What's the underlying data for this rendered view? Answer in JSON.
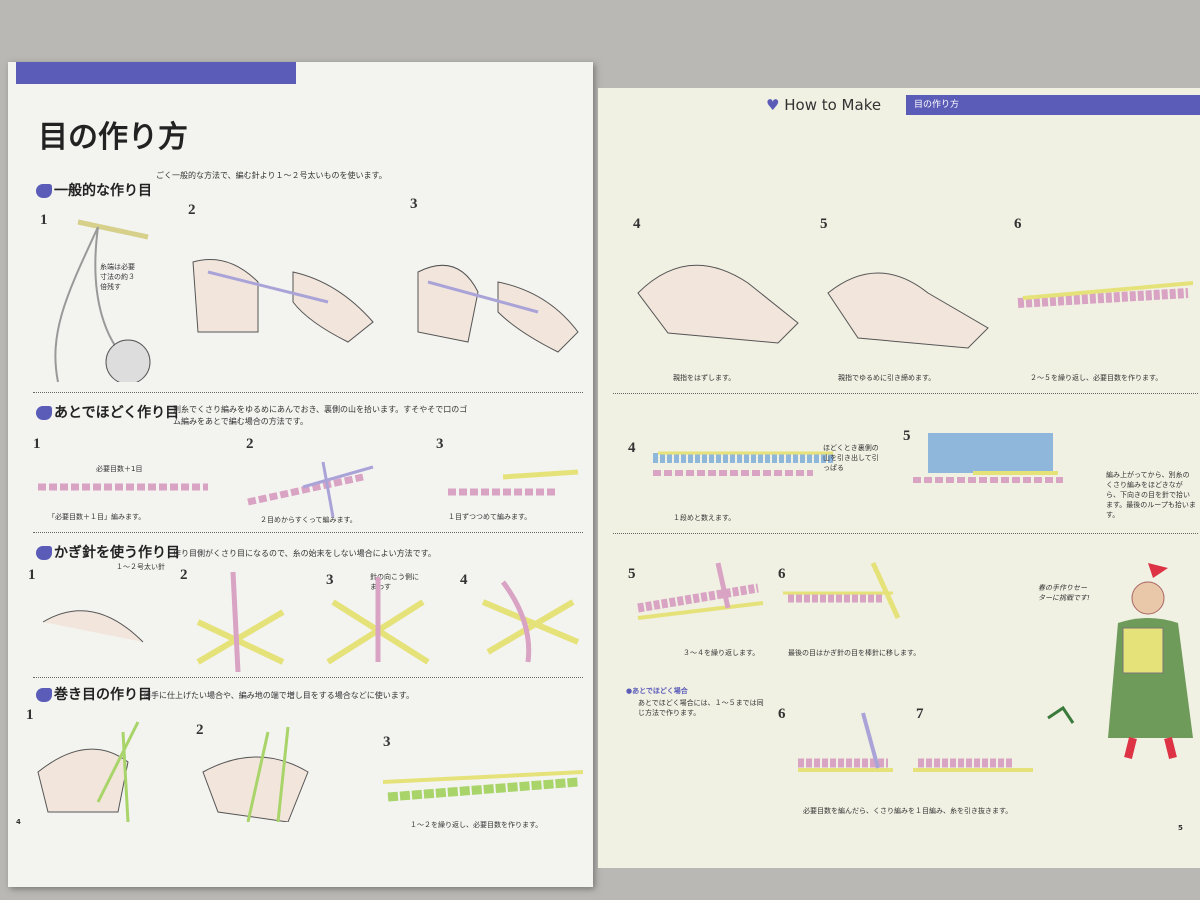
{
  "left_page": {
    "title": "目の作り方",
    "page_number": "4",
    "sections": [
      {
        "heading": "一般的な作り目",
        "desc": "ごく一般的な方法で、編む針より１〜２号太いものを使います。",
        "captions": [
          "糸端は必要寸法の約３倍残す"
        ],
        "steps": [
          "1",
          "2",
          "3"
        ]
      },
      {
        "heading": "あとでほどく作り目",
        "desc": "別糸でくさり編みをゆるめにあんでおき、裏側の山を拾います。すそやそで口のゴム編みをあとで編む場合の方法です。",
        "captions": [
          "必要目数＋1目",
          "「必要目数＋１目」編みます。",
          "２目めからすくって編みます。",
          "１目ずつつめて編みます。"
        ],
        "steps": [
          "1",
          "2",
          "3"
        ]
      },
      {
        "heading": "かぎ針を使う作り目",
        "desc": "作り目側がくさり目になるので、糸の始末をしない場合によい方法です。",
        "captions": [
          "１〜２号太い針",
          "針の向こう側にまわす"
        ],
        "steps": [
          "1",
          "2",
          "3",
          "4"
        ]
      },
      {
        "heading": "巻き目の作り目",
        "desc": "薄手に仕上げたい場合や、編み地の端で増し目をする場合などに使います。",
        "captions": [
          "１〜２を繰り返し、必要目数を作ります。"
        ],
        "steps": [
          "1",
          "2",
          "3"
        ]
      }
    ]
  },
  "right_page": {
    "header_label": "How to Make",
    "header_section": "目の作り方",
    "page_number": "5",
    "row1": {
      "steps": [
        "4",
        "5",
        "6"
      ],
      "captions": [
        "親指をはずします。",
        "親指でゆるめに引き締めます。",
        "２〜５を繰り返し、必要目数を作ります。"
      ]
    },
    "row2": {
      "steps": [
        "4",
        "5"
      ],
      "captions": [
        "１段めと数えます。",
        "ほどくとき裏側の山を引き出して引っぱる",
        "編み上がってから、別糸のくさり編みをほどきながら、下向きの目を針で拾います。最後のループも拾います。"
      ]
    },
    "row3": {
      "steps": [
        "5",
        "6"
      ],
      "captions": [
        "３〜４を繰り返します。",
        "最後の目はかぎ針の目を棒針に移します。"
      ]
    },
    "row4": {
      "note_title": "●あとでほどく場合",
      "note": "あとでほどく場合には、１〜５までは同じ方法で作ります。",
      "steps": [
        "6",
        "7"
      ],
      "caption": "必要目数を編んだら、くさり編みを１目編み、糸を引き抜きます。"
    },
    "illustration_text": "春の手作りセーターに挑戦です!"
  },
  "colors": {
    "accent": "#5b5cb8",
    "yarn_pink": "#d9a3c4",
    "yarn_purple": "#a9a3d8",
    "needle_yellow": "#e6e27a",
    "yarn_green": "#a8d46a",
    "yarn_blue": "#8fb7dc"
  }
}
